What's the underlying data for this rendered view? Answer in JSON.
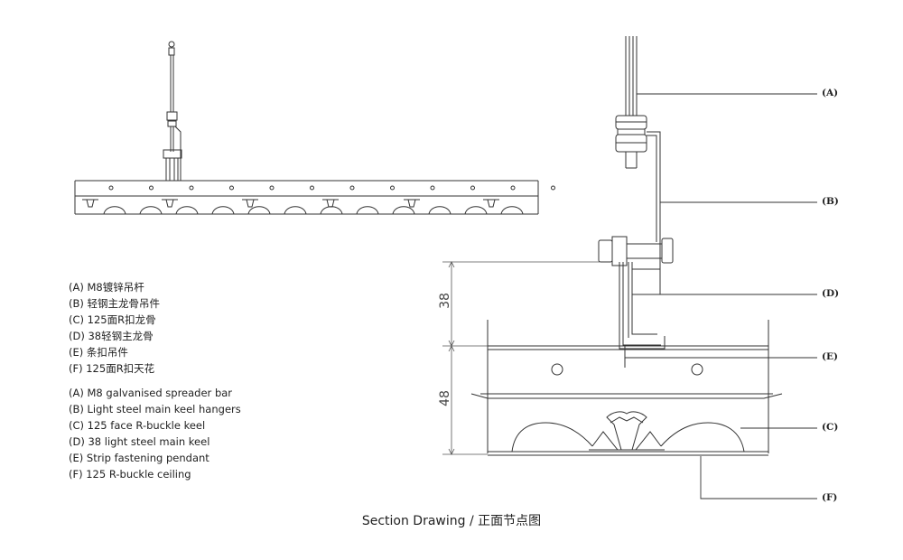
{
  "legend_zh": [
    "(A) M8镀锌吊杆",
    "(B) 轻钢主龙骨吊件",
    "(C) 125面R扣龙骨",
    "(D) 38轻钢主龙骨",
    "(E) 条扣吊件",
    "(F) 125面R扣天花"
  ],
  "legend_en": [
    "(A) M8 galvanised spreader bar",
    "(B) Light steel main keel hangers",
    "(C) 125 face R-buckle keel",
    "(D) 38 light steel main keel",
    "(E) Strip fastening pendant",
    "(F) 125 R-buckle ceiling"
  ],
  "callouts": {
    "a": "(A)",
    "b": "(B)",
    "c": "(C)",
    "d": "(D)",
    "e": "(E)",
    "f": "(F)"
  },
  "dimensions": {
    "upper": "38",
    "lower": "48"
  },
  "caption": "Section Drawing / 正面节点图"
}
